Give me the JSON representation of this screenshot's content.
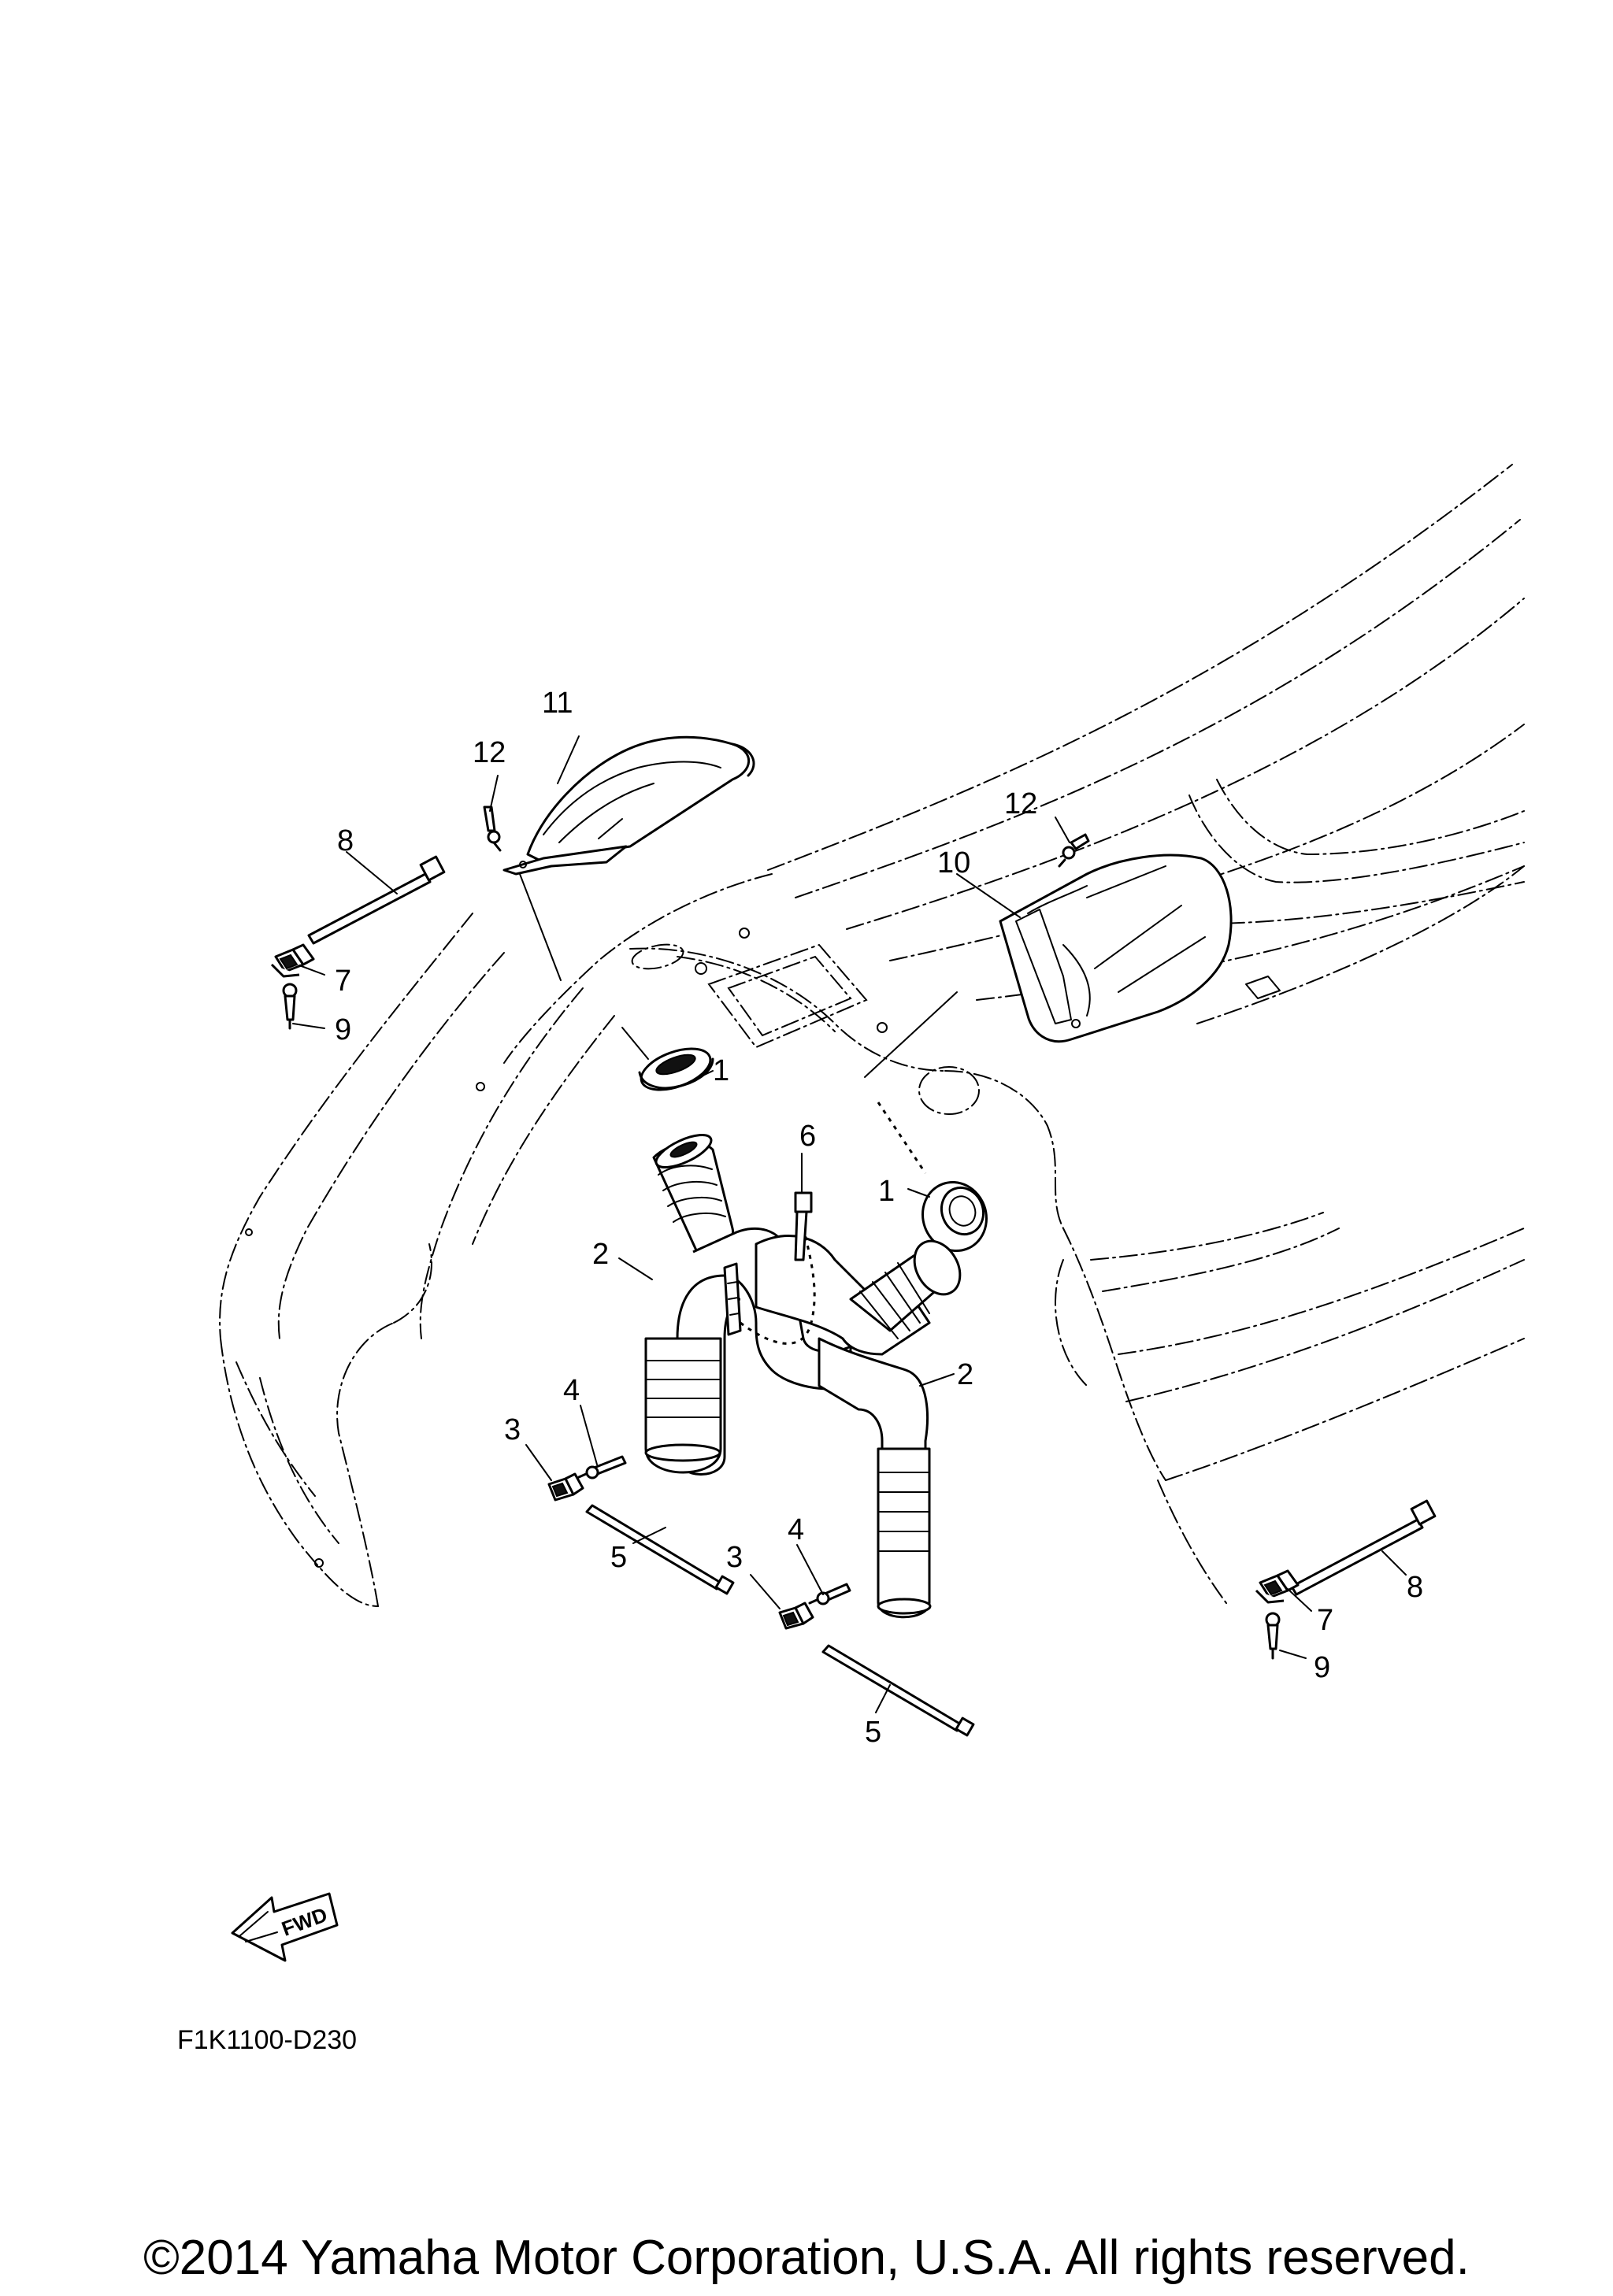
{
  "diagram": {
    "callouts": [
      {
        "id": "c1a",
        "label": "1"
      },
      {
        "id": "c1b",
        "label": "1"
      },
      {
        "id": "c2a",
        "label": "2"
      },
      {
        "id": "c2b",
        "label": "2"
      },
      {
        "id": "c3a",
        "label": "3"
      },
      {
        "id": "c3b",
        "label": "3"
      },
      {
        "id": "c4a",
        "label": "4"
      },
      {
        "id": "c4b",
        "label": "4"
      },
      {
        "id": "c5a",
        "label": "5"
      },
      {
        "id": "c5b",
        "label": "5"
      },
      {
        "id": "c6",
        "label": "6"
      },
      {
        "id": "c7a",
        "label": "7"
      },
      {
        "id": "c7b",
        "label": "7"
      },
      {
        "id": "c8a",
        "label": "8"
      },
      {
        "id": "c8b",
        "label": "8"
      },
      {
        "id": "c9a",
        "label": "9"
      },
      {
        "id": "c9b",
        "label": "9"
      },
      {
        "id": "c10",
        "label": "10"
      },
      {
        "id": "c11",
        "label": "11"
      },
      {
        "id": "c12a",
        "label": "12"
      },
      {
        "id": "c12b",
        "label": "12"
      }
    ],
    "fwd_label": "FWD",
    "drawing_code": "F1K1100-D230"
  },
  "footer": {
    "copyright": "©2014 Yamaha Motor Corporation, U.S.A. All rights reserved."
  }
}
